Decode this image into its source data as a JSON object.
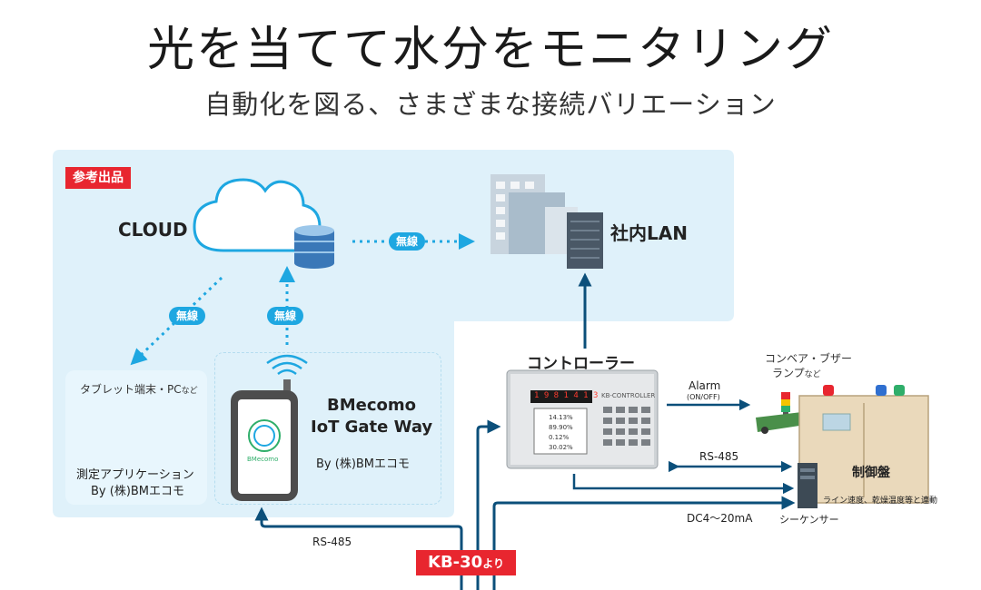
{
  "header": {
    "title": "光を当てて水分をモニタリング",
    "subtitle": "自動化を図る、さまざまな接続バリエーション"
  },
  "badge_sample": "参考出品",
  "cloud": {
    "label": "CLOUD"
  },
  "lan": {
    "label": "社内LAN"
  },
  "wireless_label": "無線",
  "tablet": {
    "caption": "タブレット端末・PC",
    "caption_suffix": "など",
    "app_name": "測定アプリケーション",
    "app_by": "By (株)BMエコモ"
  },
  "gateway": {
    "name_line1": "BMecomo",
    "name_line2": "IoT Gate Way",
    "by": "By (株)BMエコモ",
    "device_logo": "BMecomo"
  },
  "controller": {
    "label": "コントローラー",
    "display_digits": "1 9 8   1 4 1 3",
    "brand": "KB-CONTROLLER",
    "screen_values": [
      "14.13%",
      "89.90%",
      "0.12%",
      "30.02%"
    ]
  },
  "conveyor": {
    "label_line1": "コンベア・ブザー",
    "label_line2": "ランプ",
    "label_suffix": "など"
  },
  "panel": {
    "label": "制御盤",
    "note": "ライン速度、乾燥温度等と連動"
  },
  "sequencer": {
    "label": "シーケンサー"
  },
  "signals": {
    "alarm": "Alarm",
    "alarm_sub": "(ON/OFF)",
    "rs485": "RS-485",
    "dc": "DC4～20mA",
    "rs485_gateway": "RS-485"
  },
  "source_tag": {
    "main": "KB-30",
    "suffix": "より"
  },
  "colors": {
    "zone_bg": "#dff1fa",
    "arrow": "#0b4f7a",
    "accent": "#1ea7e1",
    "red": "#e8262f"
  }
}
